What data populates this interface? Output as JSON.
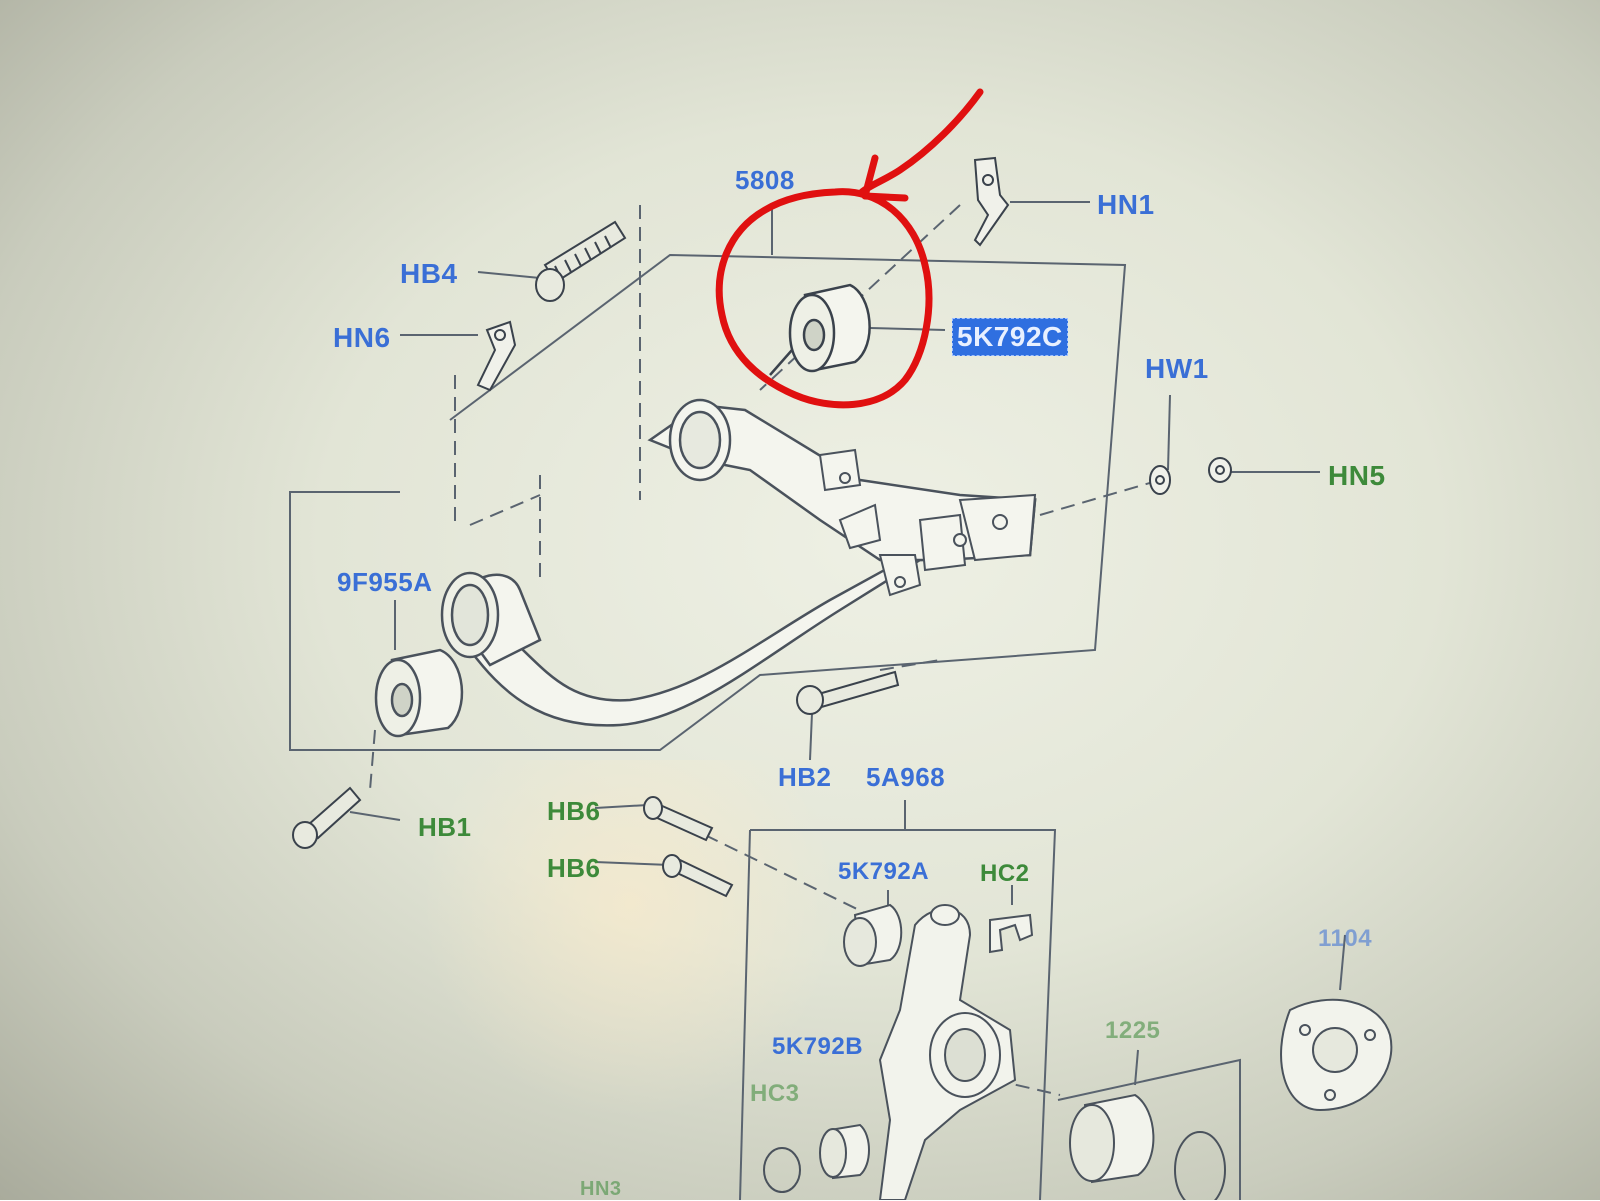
{
  "labels": {
    "hn1": "HN1",
    "hb4": "HB4",
    "hn6": "HN6",
    "top_num": "5808",
    "p5k792c": "5K792C",
    "hw1": "HW1",
    "hn5": "HN5",
    "p9f955a": "9F955A",
    "hb1": "HB1",
    "hb2": "HB2",
    "p5a968": "5A968",
    "hb6a": "HB6",
    "hb6b": "HB6",
    "p5k792a": "5K792A",
    "hc2": "HC2",
    "p1104": "1104",
    "p1225": "1225",
    "p5k792b": "5K792B",
    "hc3": "HC3",
    "hn3": "HN3"
  },
  "colors": {
    "label_blue": "#3a6fd6",
    "label_green": "#3d8a3a",
    "highlight": "#2f6fe0",
    "annotation_red": "#e01010"
  }
}
